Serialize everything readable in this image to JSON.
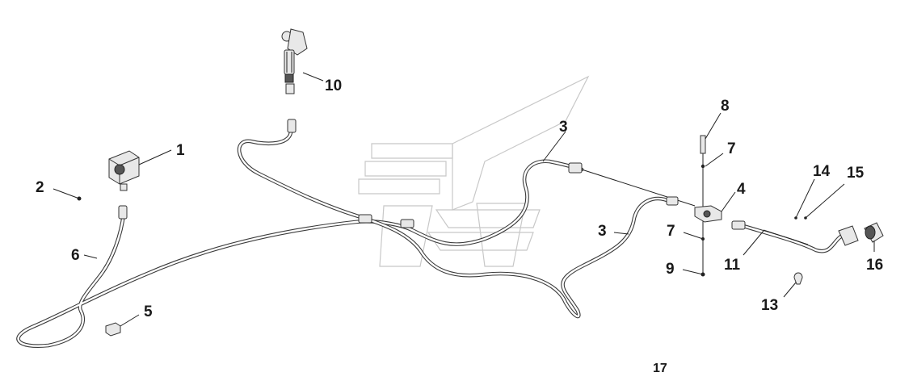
{
  "callouts": {
    "c1": "1",
    "c2": "2",
    "c3a": "3",
    "c3b": "3",
    "c4": "4",
    "c5": "5",
    "c6": "6",
    "c7a": "7",
    "c7b": "7",
    "c8": "8",
    "c9": "9",
    "c10": "10",
    "c11": "11",
    "c13": "13",
    "c14": "14",
    "c15": "15",
    "c16": "16",
    "page": "17"
  },
  "colors": {
    "line": "#222222",
    "part_fill": "#e8e8e8",
    "watermark": "#c8c8c8"
  }
}
